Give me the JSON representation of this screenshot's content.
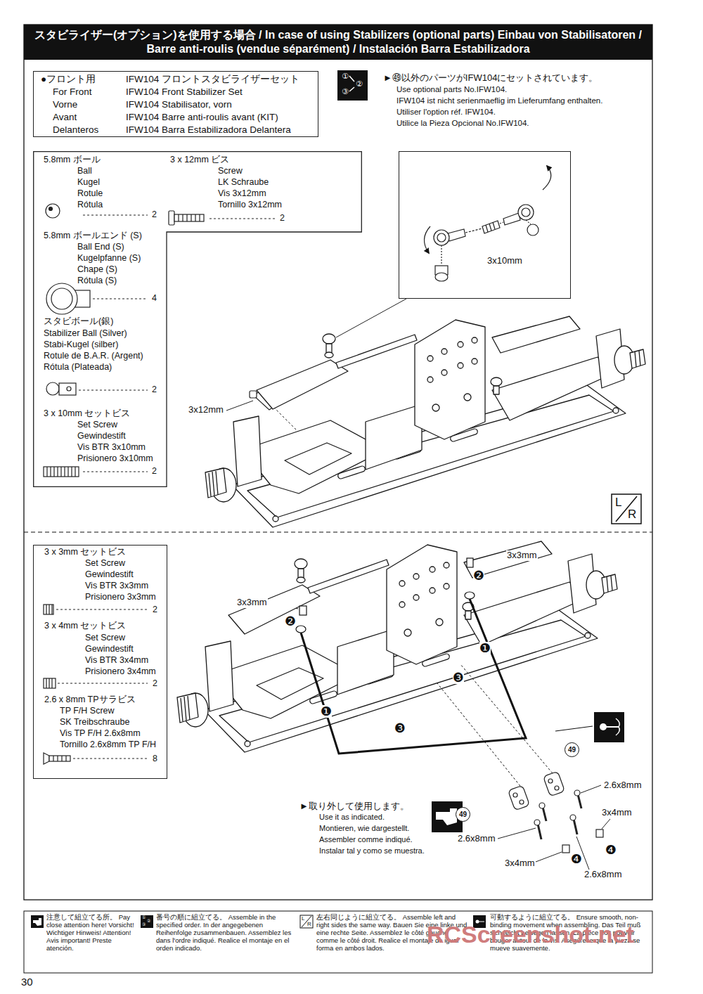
{
  "diagram": {
    "title": "スタビライザー(オプション)を使用する場合 / In case of using Stabilizers (optional parts) Einbau von Stabilisatoren / Barre anti-roulis (vendue séparément) / Instalación Barra Estabilizadora",
    "nodes": [
      {
        "text": [
          "●フロント用",
          "IFW104 フロントスタビライザーセット",
          "For Front",
          "IFW104 Front Stabilizer Set",
          "Vorne",
          "IFW104 Stabilisator, vorn",
          "Avant",
          "IFW104 Barre anti-roulis avant (KIT)",
          "Delanteros",
          "IFW104 Barra Estabilizadora Delantera"
        ]
      },
      {
        "text": [
          "5.8mm ボール",
          "Ball",
          "Kugel",
          "Rotule",
          "Rótula",
          "2",
          "3 x 12mm ビス",
          "Screw",
          "LK Schraube",
          "Vis 3x12mm",
          "Tornillo 3x12mm",
          "2",
          "5.8mm ボールエンド (S)",
          "Ball End (S)",
          "Kugelpfanne (S)",
          "Chape (S)",
          "Rótula (S)",
          "4",
          "スタビボール(銀)",
          "Stabilizer Ball (Silver)",
          "Stabi-Kugel (silber)",
          "Rotule de B.A.R. (Argent)",
          "Rótula (Plateada)",
          "2",
          "3 x 10mm セットビス",
          "Set Screw",
          "Gewindestift",
          "Vis BTR 3x10mm",
          "Prisionero 3x10mm",
          "2"
        ]
      },
      {
        "text": [
          "3 x 3mm セットビス",
          "Set Screw",
          "Gewindestift",
          "Vis BTR 3x3mm",
          "Prisionero 3x3mm",
          "2",
          "3 x 4mm セットビス",
          "Set Screw",
          "Gewindestift",
          "Vis BTR 3x4mm",
          "Prisionero 3x4mm",
          "2",
          "2.6 x 8mm TPサラビス",
          "TP F/H Screw",
          "SK Treibschraube",
          "Vis TP F/H 2.6x8mm",
          "Tornillo 2.6x8mm TP F/H",
          "8"
        ]
      },
      {
        "text": [
          "3x10mm"
        ]
      }
    ],
    "labels": [
      "①",
      "②",
      "③",
      "►㊾以外のパーツがIFW104にセットされています。",
      "Use optional parts No.IFW104.",
      "IFW104 ist nicht serienmaeflig im Lieferumfang enthalten.",
      "Utiliser l'option réf. IFW104.",
      "Utilice la Pieza Opcional No.IFW104.",
      "3x12mm",
      "L",
      "R",
      "3x3mm",
      "❷",
      "3x3mm",
      "❷",
      "❶",
      "❸",
      "❶",
      "❸",
      "49",
      "2.6x8mm",
      "3x4mm",
      "49",
      "►取り外して使用します。",
      "Use it as indicated.",
      "Montieren, wie dargestellt.",
      "Assembler comme indiqué.",
      "Instalar tal y como se muestra.",
      "2.6x8mm",
      "❹",
      "❹",
      "3x4mm",
      "2.6x8mm",
      "①",
      "②",
      "③",
      "L",
      "R",
      "RCScreenshot.net",
      "30"
    ],
    "legend": [
      {
        "text": "注意して組立てる所。 Pay close attention here! Vorsicht! Wichtiger Hinweis! Attention! Avis important! Preste atención."
      },
      {
        "text": "番号の順に組立てる。 Assemble in the specified order. In der angegebenen Reihenfolge zusammenbauen. Assemblez les dans l'ordre indiqué. Realice el montaje en el orden indicado."
      },
      {
        "text": "左右同じように組立てる。 Assemble left and right sides the same way. Bauen Sie eine linke und eine rechte Seite. Assemblez le côté gauche comme le côté droit. Realice el montaje de igual forma en ambos lados."
      },
      {
        "text": "可動するように組立てる。 Ensure smooth, non-binding movement when assembling. Das Teil muß sich leicht bewegen lassen. La pièce doit pouvoir bouger autour de la vis. Asegúrese que la pieza se mueve suavemente."
      }
    ]
  }
}
